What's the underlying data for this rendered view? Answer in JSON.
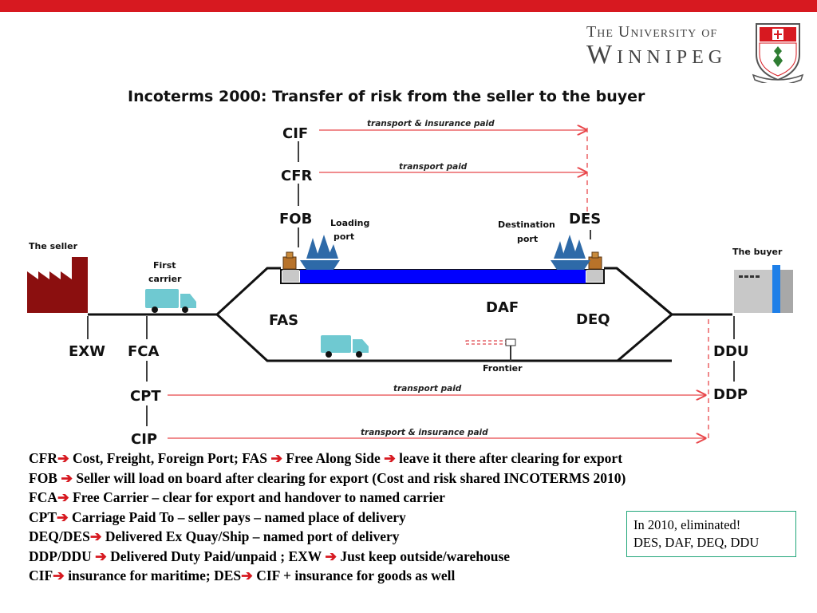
{
  "header": {
    "university_line1": "The University of",
    "university_line2": "Winnipeg",
    "brand_red": "#d71920"
  },
  "diagram": {
    "title": "Incoterms 2000: Transfer of risk from the seller to the buyer",
    "terms": {
      "cif": "CIF",
      "cfr": "CFR",
      "fob": "FOB",
      "des": "DES",
      "fas": "FAS",
      "daf": "DAF",
      "deq": "DEQ",
      "exw": "EXW",
      "fca": "FCA",
      "ddu": "DDU",
      "cpt": "CPT",
      "ddp": "DDP",
      "cip": "CIP"
    },
    "arrow_labels": {
      "cif": "transport & insurance paid",
      "cfr": "transport paid",
      "cpt": "transport paid",
      "cip": "transport & insurance paid"
    },
    "labels": {
      "seller": "The seller",
      "buyer": "The buyer",
      "first_carrier_1": "First",
      "first_carrier_2": "carrier",
      "loading_port_1": "Loading",
      "loading_port_2": "port",
      "destination_port_1": "Destination",
      "destination_port_2": "port",
      "frontier": "Frontier"
    },
    "colors": {
      "risk_arrow": "#e8474b",
      "factory": "#8b0f0f",
      "truck": "#6fc9d1",
      "ship": "#2e6aa8",
      "sea": "#0000ff"
    }
  },
  "notes": [
    {
      "term": "CFR",
      "text": " Cost, Freight, Foreign Port; FAS ",
      "rest": " Free Along Side ",
      "rest2": " leave it there after clearing for export"
    },
    {
      "term": "FOB ",
      "text": " Seller will load on board after clearing for export (Cost and risk shared INCOTERMS 2010)"
    },
    {
      "term": "FCA",
      "text": " Free Carrier – clear for export and handover to named carrier"
    },
    {
      "term": "CPT",
      "text": " Carriage Paid To – seller pays – named place of delivery"
    },
    {
      "term": "DEQ/DES",
      "text": " Delivered Ex Quay/Ship – named port of delivery"
    },
    {
      "term": "DDP/DDU ",
      "text": " Delivered Duty Paid/unpaid ; EXW ",
      "rest": " Just keep outside/warehouse"
    },
    {
      "term": "CIF",
      "text": " insurance for maritime; DES",
      "rest": " CIF + insurance for goods as well"
    }
  ],
  "callout": {
    "line1": "In 2010, eliminated!",
    "line2": "DES, DAF, DEQ, DDU"
  }
}
